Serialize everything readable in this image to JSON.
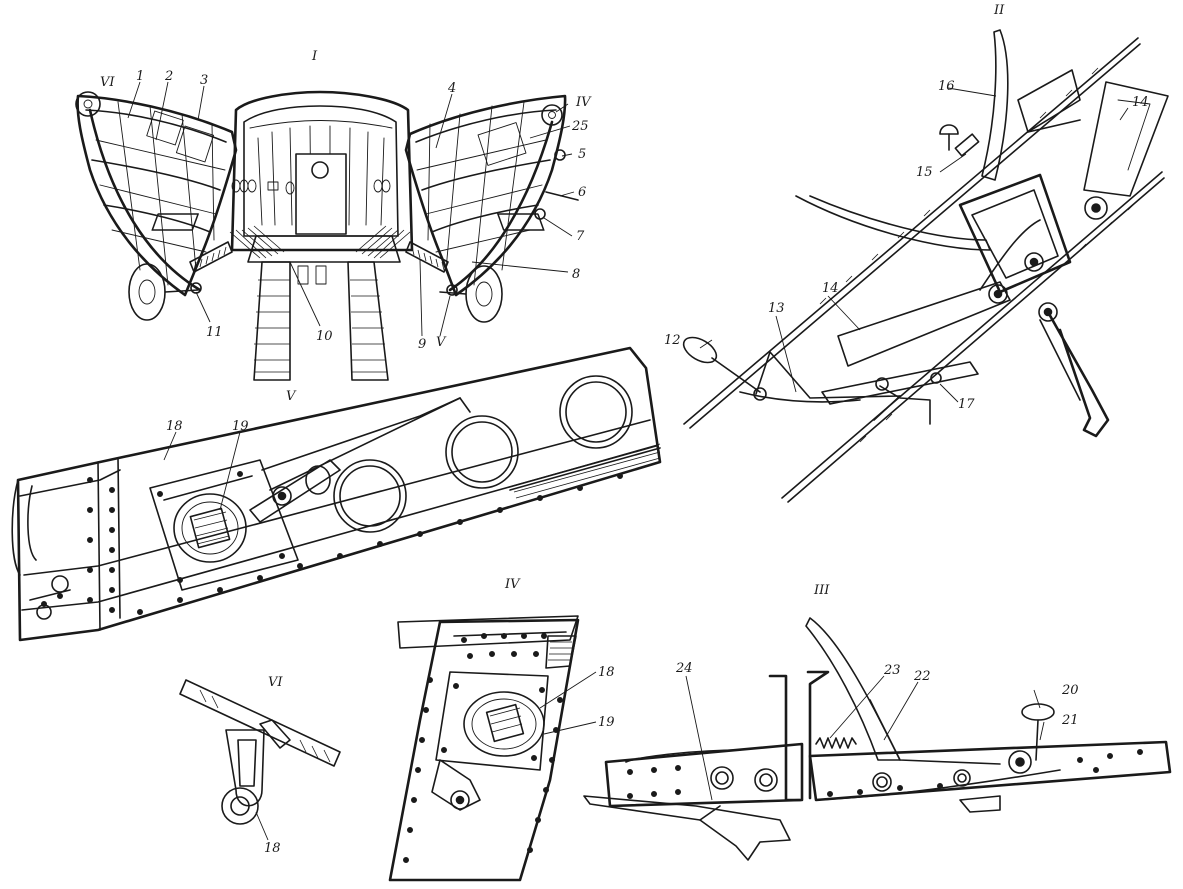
{
  "section_labels": {
    "s1": "I",
    "s2": "II",
    "s3": "III",
    "s4": "IV",
    "s5": "V",
    "s6": "VI"
  },
  "callouts": {
    "c1": "1",
    "c2": "2",
    "c3": "3",
    "c4": "4",
    "c5": "5",
    "c6": "6",
    "c7": "7",
    "c8": "8",
    "c9": "9",
    "c10": "10",
    "c11": "11",
    "c12": "12",
    "c13": "13",
    "c14a": "14",
    "c14b": "14",
    "c15": "15",
    "c16": "16",
    "c17": "17",
    "c18a": "18",
    "c18b": "18",
    "c18c": "18",
    "c19a": "19",
    "c19b": "19",
    "c20": "20",
    "c21": "21",
    "c22": "22",
    "c23": "23",
    "c24": "24",
    "c25": "25"
  },
  "view_markers": {
    "m_vi": "VI",
    "m_iv": "IV",
    "m_v": "V"
  },
  "colors": {
    "ink": "#1a1a1a",
    "paper": "#ffffff"
  }
}
